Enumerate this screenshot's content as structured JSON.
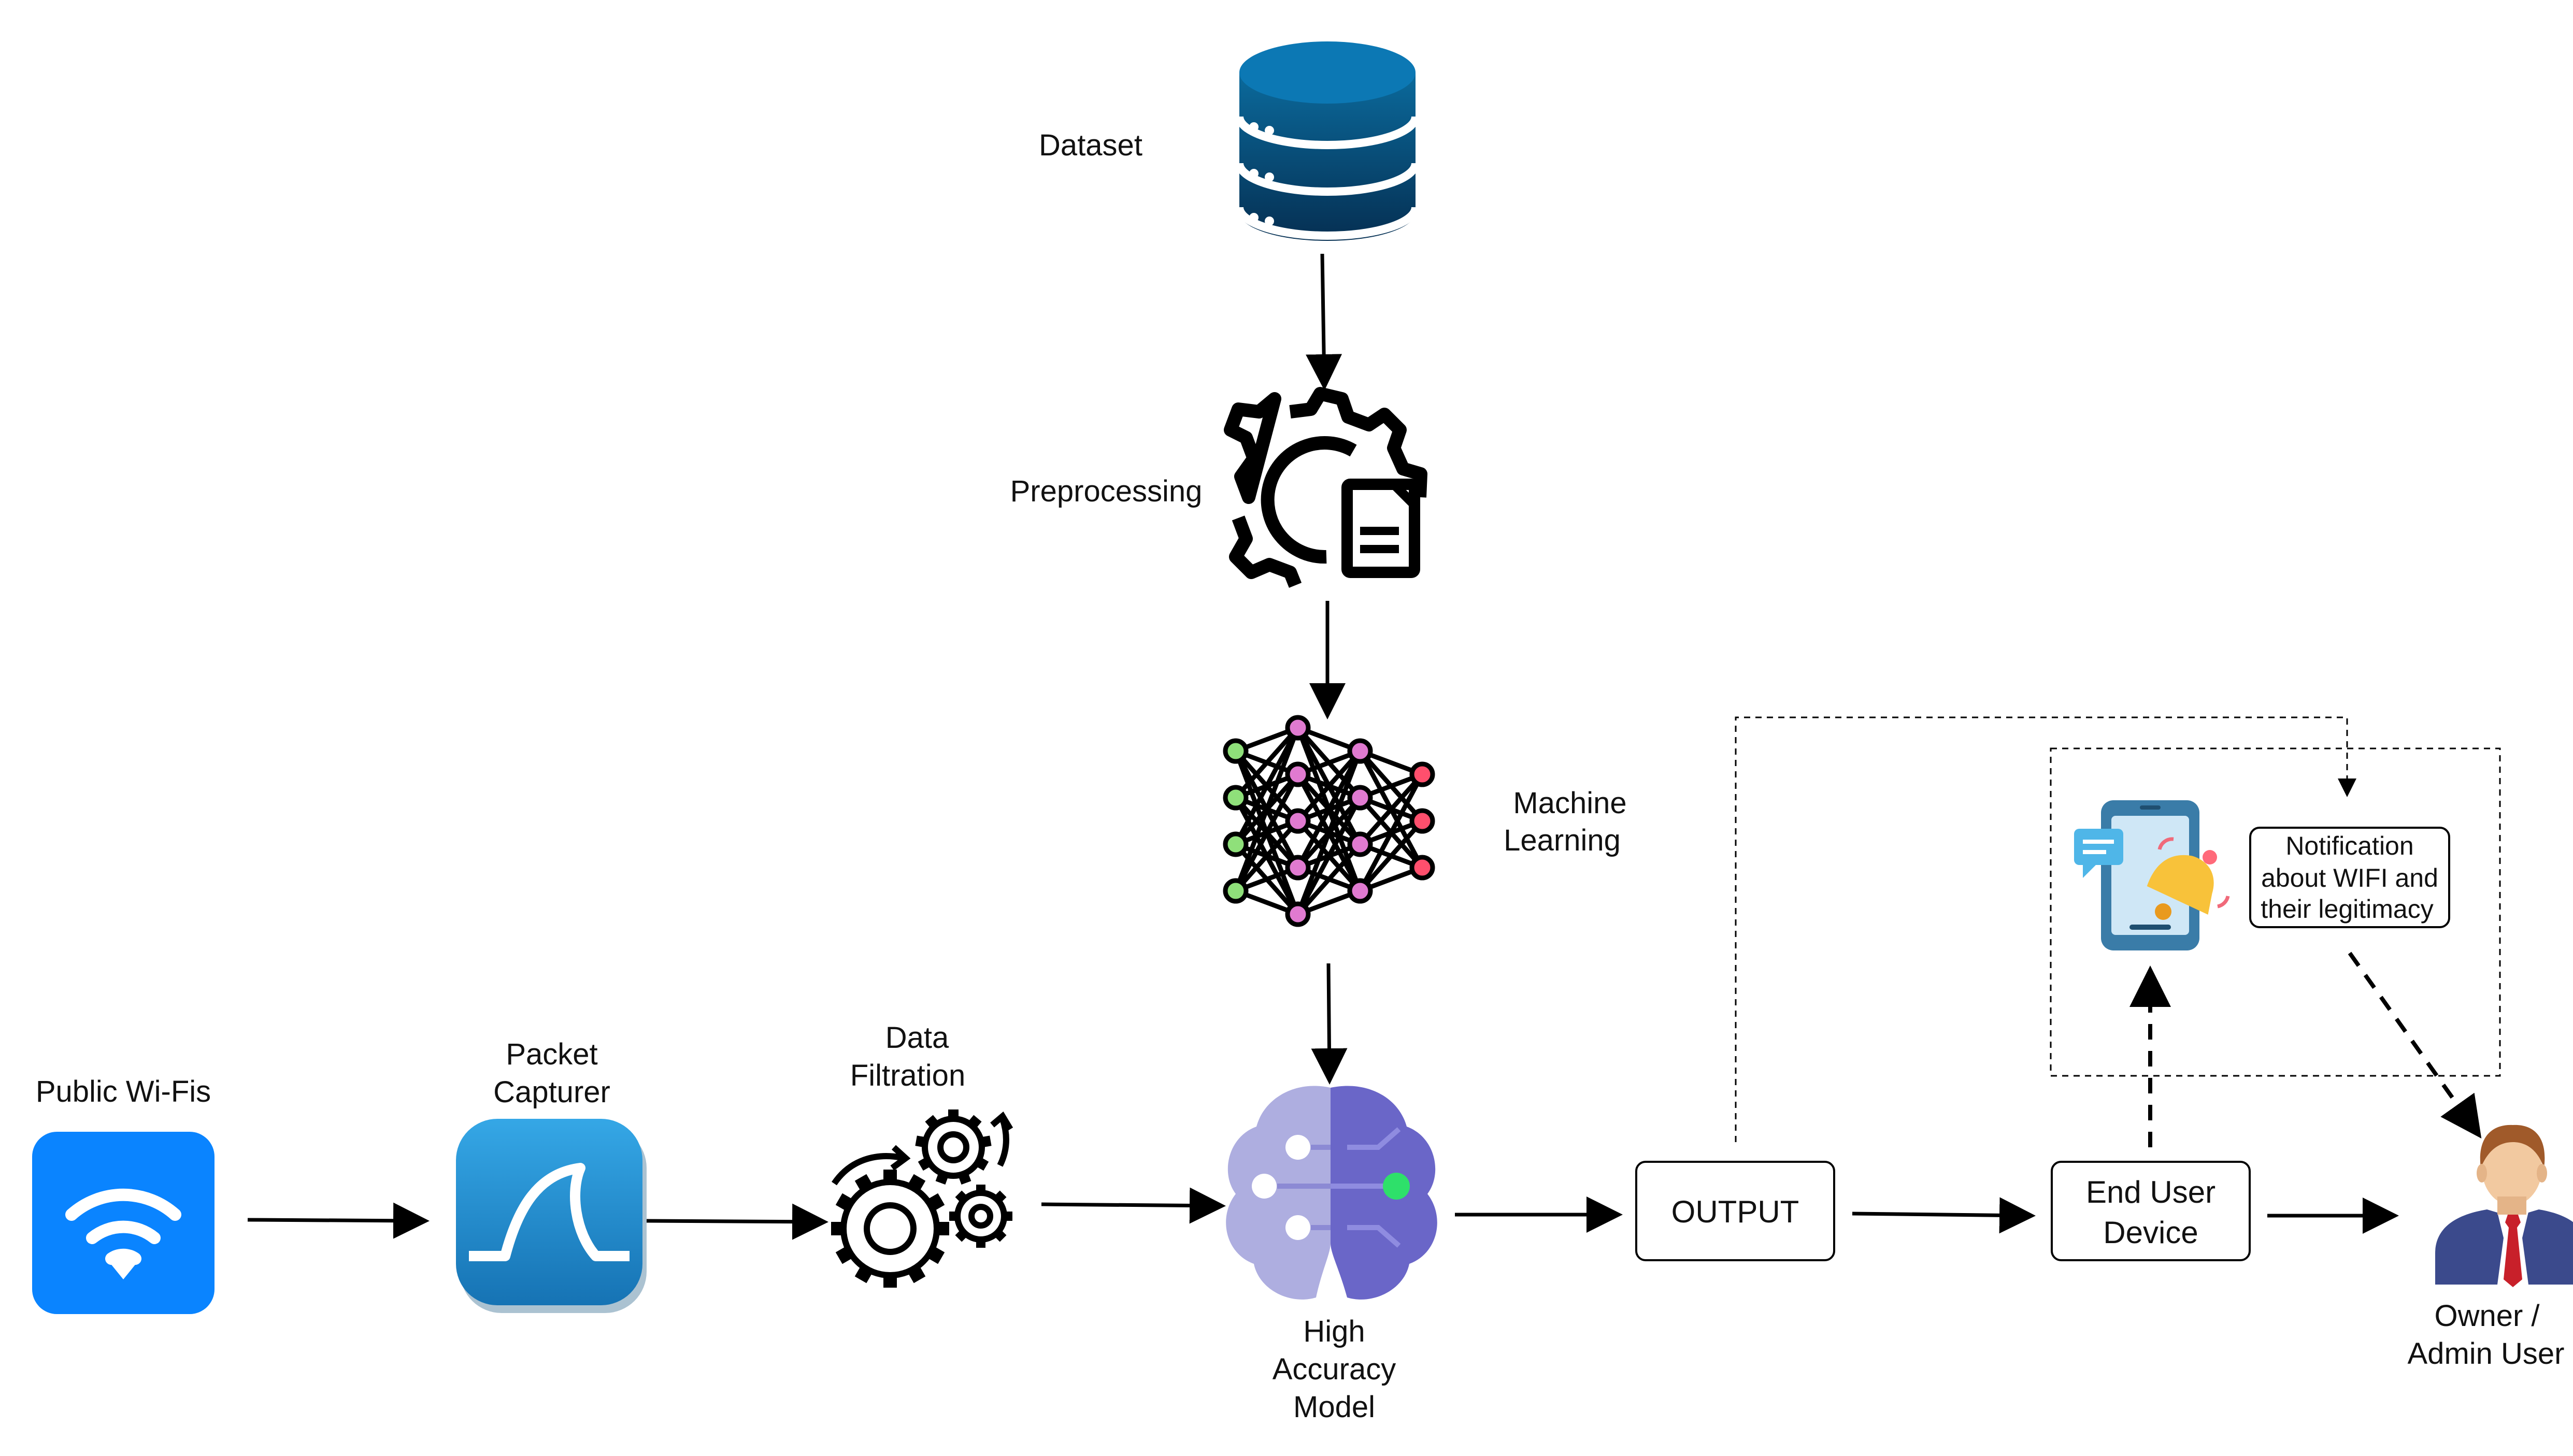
{
  "labels": {
    "dataset": "Dataset",
    "preprocessing": "Preprocessing",
    "machine_learning": [
      "Machine",
      "Learning"
    ],
    "public_wifi": "Public Wi-Fis",
    "packet_capturer": [
      "Packet",
      "Capturer"
    ],
    "data_filtration": [
      "Data",
      "Filtration"
    ],
    "high_accuracy_model": [
      "High",
      "Accuracy",
      "Model"
    ],
    "output": "OUTPUT",
    "end_user_device": [
      "End User",
      "Device"
    ],
    "notification": [
      "Notification",
      "about WIFI and",
      "their legitimacy"
    ],
    "owner_admin": [
      "Owner /",
      "Admin User"
    ]
  },
  "icons": {
    "dataset": "database-icon",
    "preprocessing": "gear-document-icon",
    "machine_learning": "neural-network-icon",
    "public_wifi": "wifi-icon",
    "packet_capturer": "wireshark-fin-icon",
    "data_filtration": "gears-icon",
    "high_accuracy_model": "brain-icon",
    "end_user_device": "phone-notification-icon",
    "owner_admin": "user-avatar-icon"
  },
  "colors": {
    "database_top": "#0b5c8a",
    "database_bottom": "#06345a",
    "wifi_tile": "#0a84ff",
    "wireshark_tile": "#1f8dd0",
    "brain_left": "#aeaee0",
    "brain_right": "#6a66c8",
    "brain_node": "#2ee06a",
    "nn_input": "#8fe07a",
    "nn_hidden": "#e07ad0",
    "nn_output": "#ff4f6d",
    "phone_body": "#3a7ca8",
    "bell": "#f8c23a",
    "chat": "#4fb6e8",
    "avatar_suit": "#3b4a8c",
    "avatar_tie": "#c8202a",
    "avatar_skin": "#f2c9a0",
    "avatar_hair": "#a05a2a"
  }
}
